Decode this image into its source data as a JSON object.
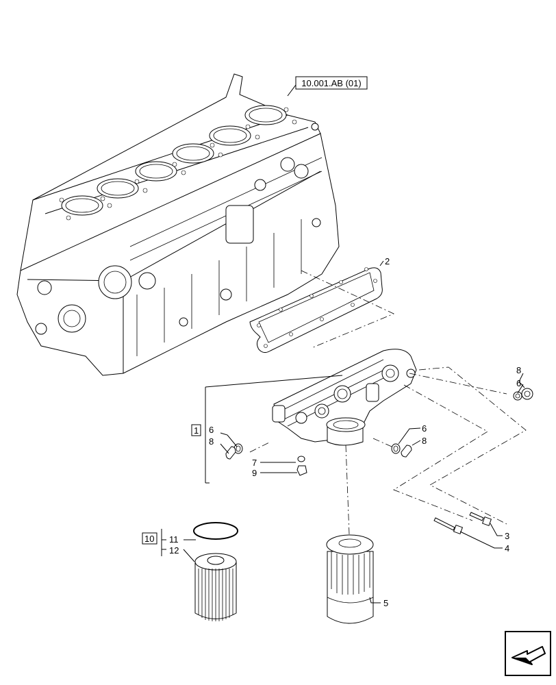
{
  "reference_box": "10.001.AB (01)",
  "callouts": {
    "c1": "1",
    "c2": "2",
    "c3": "3",
    "c4": "4",
    "c5": "5",
    "c6a": "6",
    "c6b": "6",
    "c6c": "6",
    "c7": "7",
    "c8a": "8",
    "c8b": "8",
    "c8c": "8",
    "c9": "9",
    "c10": "10",
    "c11": "11",
    "c12": "12"
  },
  "nav_icon": "next-page-arrow-icon"
}
